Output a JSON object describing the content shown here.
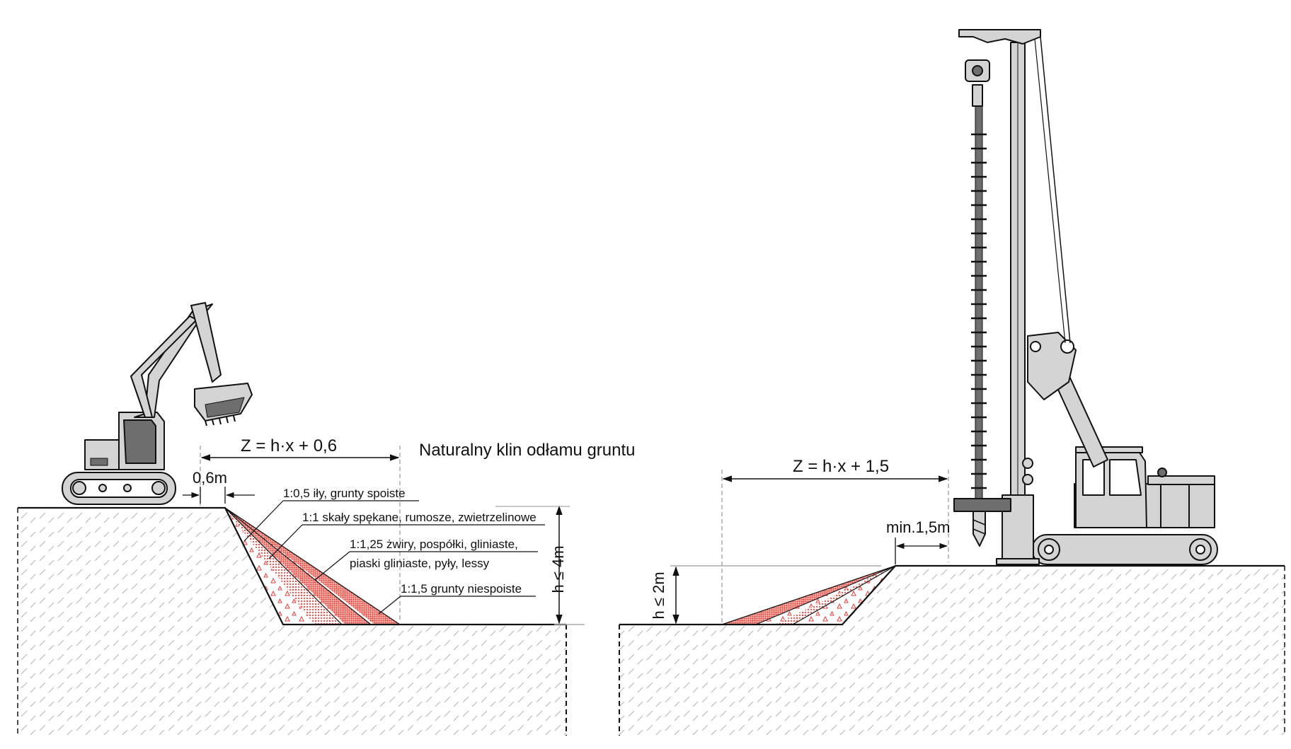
{
  "left": {
    "formula": "Z = h·x + 0,6",
    "title": "Naturalny klin odłamu gruntu",
    "offset": "0,6m",
    "height_limit": "h ≤ 4m",
    "slopes": [
      {
        "text": "1:0,5 iły, grunty spoiste"
      },
      {
        "text": "1:1 skały spękane, rumosze, zwietrzelinowe"
      },
      {
        "text": "1:1,25 żwiry, pospółki, gliniaste,"
      },
      {
        "text": "piaski gliniaste, pyły, lessy"
      },
      {
        "text": "1:1,5 grunty niespoiste"
      }
    ]
  },
  "right": {
    "formula": "Z = h·x + 1,5",
    "offset": "min.1,5m",
    "height_limit": "h ≤ 2m"
  },
  "colors": {
    "line": "#111111",
    "hatch": "#b5b5b5",
    "wedge": "#e8403a",
    "machine_fill": "#d4d4d4",
    "machine_dark": "#6e6e6e",
    "guide": "#aaaaaa"
  }
}
